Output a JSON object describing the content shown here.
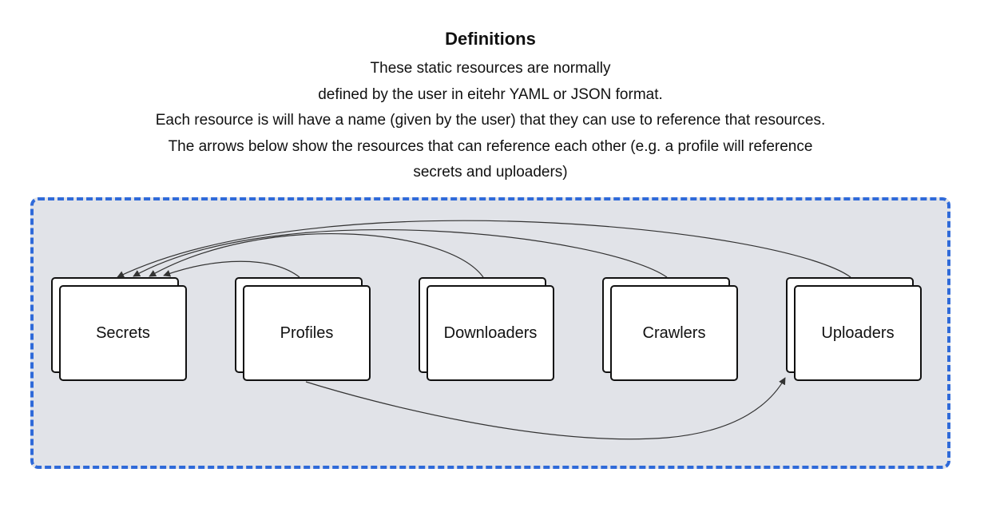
{
  "header": {
    "title": "Definitions",
    "lines": [
      "These static resources are normally",
      "defined by the user in eitehr YAML or JSON format.",
      "Each resource is will have a name (given by the user) that they can use to reference that resources.",
      "The arrows below show the resources that can reference each other (e.g. a profile will reference",
      "secrets and uploaders)"
    ]
  },
  "nodes": [
    {
      "id": "secrets",
      "label": "Secrets"
    },
    {
      "id": "profiles",
      "label": "Profiles"
    },
    {
      "id": "downloaders",
      "label": "Downloaders"
    },
    {
      "id": "crawlers",
      "label": "Crawlers"
    },
    {
      "id": "uploaders",
      "label": "Uploaders"
    }
  ],
  "edges": [
    {
      "from": "profiles",
      "to": "secrets"
    },
    {
      "from": "downloaders",
      "to": "secrets"
    },
    {
      "from": "crawlers",
      "to": "secrets"
    },
    {
      "from": "uploaders",
      "to": "secrets"
    },
    {
      "from": "profiles",
      "to": "uploaders"
    }
  ],
  "colors": {
    "container_fill": "#e1e3e8",
    "container_border": "#2f6ad9",
    "edge": "#333333"
  }
}
